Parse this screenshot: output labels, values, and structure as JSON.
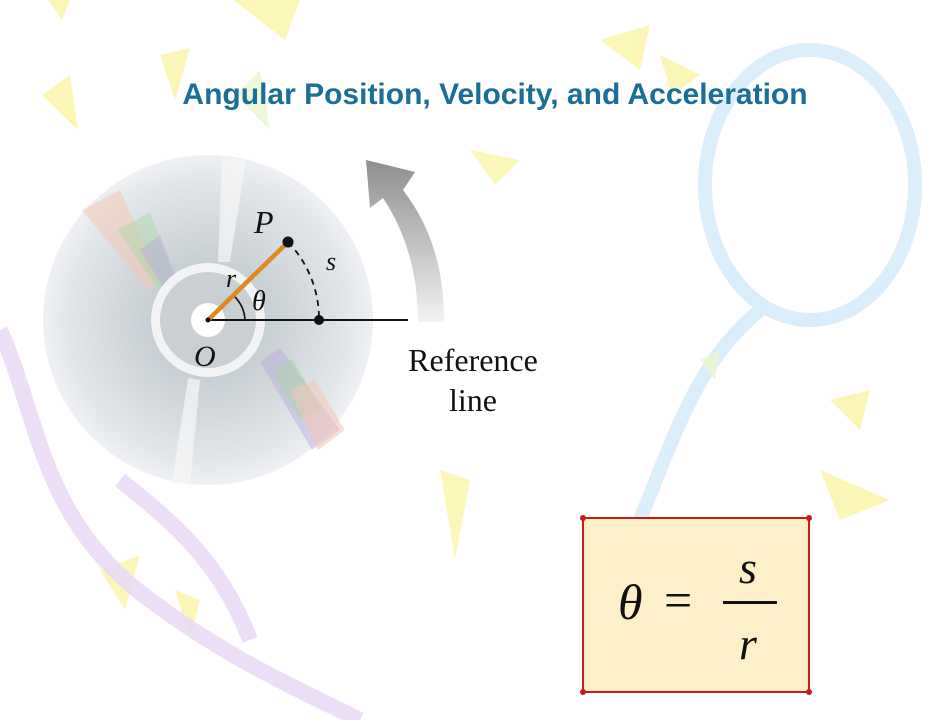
{
  "title": "Angular Position, Velocity, and Acceleration",
  "figure": {
    "label_P": "P",
    "label_r": "r",
    "label_s": "s",
    "label_theta": "θ",
    "label_O": "O",
    "reference_label_line1": "Reference",
    "reference_label_line2": "line"
  },
  "formula": {
    "lhs": "θ",
    "equals": "=",
    "numerator": "s",
    "denominator": "r"
  },
  "colors": {
    "title": "#1a6e98",
    "radius_line": "#e08a1e",
    "formula_bg": "#fdf0c9",
    "formula_border": "#d01818"
  }
}
